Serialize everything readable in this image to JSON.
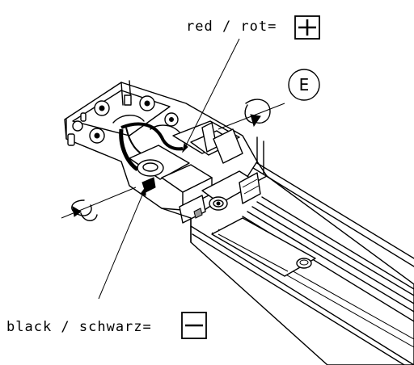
{
  "labels": {
    "red": "red / rot=",
    "black": "black / schwarz=",
    "earth": "E"
  },
  "symbols": {
    "plus": "plus-symbol-box",
    "minus": "minus-symbol-box",
    "rotate": "rotate-arrow-icon"
  },
  "colors": {
    "stroke": "#000000",
    "background": "#ffffff"
  }
}
